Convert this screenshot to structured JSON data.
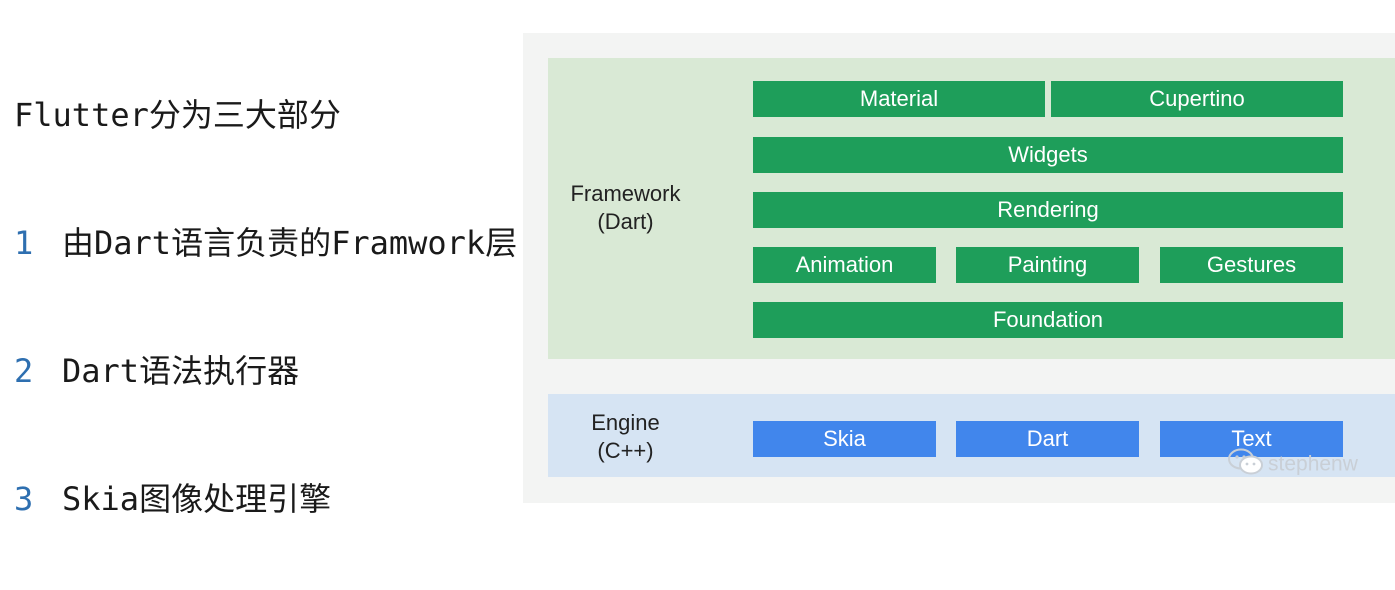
{
  "slide": {
    "title": "Flutter分为三大部分",
    "items": [
      {
        "num": "1",
        "text": "由Dart语言负责的Framwork层"
      },
      {
        "num": "2",
        "text": "Dart语法执行器"
      },
      {
        "num": "3",
        "text": "Skia图像处理引擎"
      }
    ]
  },
  "diagram": {
    "framework": {
      "label_line1": "Framework",
      "label_line2": "(Dart)",
      "boxes": {
        "material": "Material",
        "cupertino": "Cupertino",
        "widgets": "Widgets",
        "rendering": "Rendering",
        "animation": "Animation",
        "painting": "Painting",
        "gestures": "Gestures",
        "foundation": "Foundation"
      },
      "color": "#1e9e5a",
      "bg_color": "#d9e9d5"
    },
    "engine": {
      "label_line1": "Engine",
      "label_line2": "(C++)",
      "boxes": {
        "skia": "Skia",
        "dart": "Dart",
        "text": "Text"
      },
      "color": "#4186ec",
      "bg_color": "#d6e4f3"
    }
  },
  "watermark": {
    "icon": "wechat-icon",
    "text": "stephenw"
  }
}
